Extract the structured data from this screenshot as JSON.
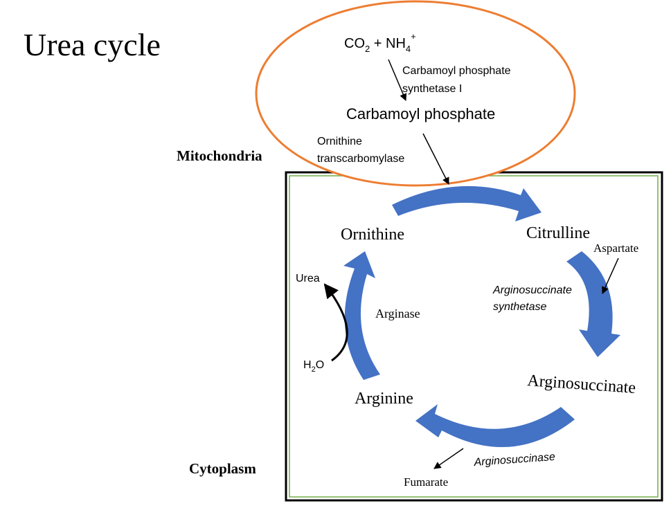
{
  "title": "Urea cycle",
  "compartments": {
    "mitochondria": "Mitochondria",
    "cytoplasm": "Cytoplasm"
  },
  "mito": {
    "reactant_co": "CO",
    "reactant_co_sub": "2",
    "reactant_plus": " + NH",
    "reactant_nh_sub": "4",
    "reactant_nh_sup": "+",
    "enzyme1_line1": "Carbamoyl phosphate",
    "enzyme1_line2": "synthetase I",
    "product": "Carbamoyl phosphate",
    "enzyme2_line1": "Ornithine",
    "enzyme2_line2": "transcarbomylase"
  },
  "cycle": {
    "ornithine": "Ornithine",
    "citrulline": "Citrulline",
    "argininosuccinate": "Arginosuccinate",
    "arginine": "Arginine",
    "aspartate": "Aspartate",
    "synthetase_line1": "Arginosuccinate",
    "synthetase_line2": "synthetase",
    "arginase": "Arginase",
    "urea": "Urea",
    "water_h": "H",
    "water_sub": "2",
    "water_o": "O",
    "argininosuccinase": "Arginosuccinase",
    "fumarate": "Fumarate"
  },
  "colors": {
    "ellipse_stroke": "#ED7D31",
    "cycle_arrow": "#4472C4",
    "inner_border": "#70AD47",
    "outer_border": "#000000",
    "text": "#000000"
  }
}
